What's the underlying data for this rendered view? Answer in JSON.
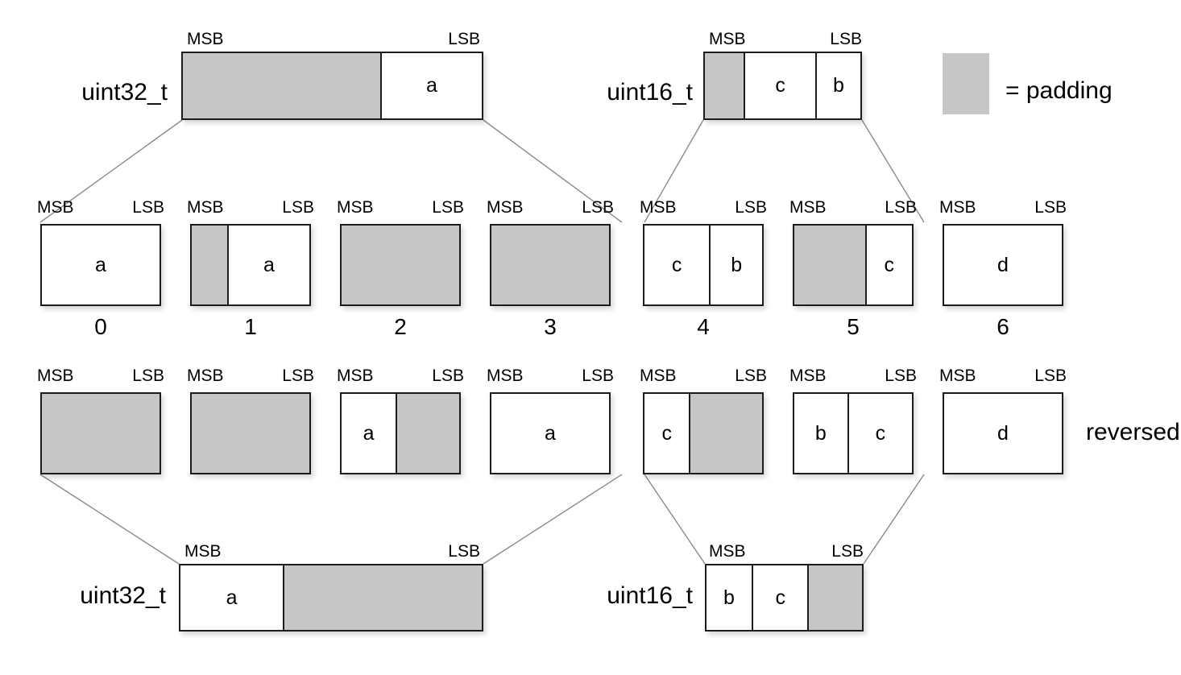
{
  "diagram": {
    "title": "Bit-field padding and byte layout for uint32_t and uint16_t, normal and reversed",
    "colors": {
      "padding": "#c6c6c6",
      "value": "#ffffff",
      "border": "#1c1c1c",
      "connector": "#8a8a8a",
      "background": "#ffffff"
    },
    "bit_captions": {
      "msb": "MSB",
      "lsb": "LSB"
    }
  },
  "legend": {
    "swatch_name": "padding-swatch",
    "text": "= padding"
  },
  "top_row": {
    "uint32": {
      "type_label": "uint32_t",
      "msb": "MSB",
      "lsb": "LSB",
      "cells": [
        {
          "label": "",
          "kind": "padding",
          "weight": 66
        },
        {
          "label": "a",
          "kind": "value",
          "weight": 34
        }
      ]
    },
    "uint16": {
      "type_label": "uint16_t",
      "msb": "MSB",
      "lsb": "LSB",
      "cells": [
        {
          "label": "",
          "kind": "padding",
          "weight": 25
        },
        {
          "label": "c",
          "kind": "value",
          "weight": 46
        },
        {
          "label": "b",
          "kind": "value",
          "weight": 29
        }
      ]
    }
  },
  "byte_row": {
    "boxes": [
      {
        "index_label": "0",
        "msb": "MSB",
        "lsb": "LSB",
        "cells": [
          {
            "label": "a",
            "kind": "value",
            "weight": 100
          }
        ]
      },
      {
        "index_label": "1",
        "msb": "MSB",
        "lsb": "LSB",
        "cells": [
          {
            "label": "",
            "kind": "padding",
            "weight": 30
          },
          {
            "label": "a",
            "kind": "value",
            "weight": 70
          }
        ]
      },
      {
        "index_label": "2",
        "msb": "MSB",
        "lsb": "LSB",
        "cells": [
          {
            "label": "",
            "kind": "padding",
            "weight": 100
          }
        ]
      },
      {
        "index_label": "3",
        "msb": "MSB",
        "lsb": "LSB",
        "cells": [
          {
            "label": "",
            "kind": "padding",
            "weight": 100
          }
        ]
      },
      {
        "index_label": "4",
        "msb": "MSB",
        "lsb": "LSB",
        "cells": [
          {
            "label": "c",
            "kind": "value",
            "weight": 55
          },
          {
            "label": "b",
            "kind": "value",
            "weight": 45
          }
        ]
      },
      {
        "index_label": "5",
        "msb": "MSB",
        "lsb": "LSB",
        "cells": [
          {
            "label": "",
            "kind": "padding",
            "weight": 60
          },
          {
            "label": "c",
            "kind": "value",
            "weight": 40
          }
        ]
      },
      {
        "index_label": "6",
        "msb": "MSB",
        "lsb": "LSB",
        "cells": [
          {
            "label": "d",
            "kind": "value",
            "weight": 100
          }
        ]
      }
    ]
  },
  "reversed_row": {
    "row_label": "reversed",
    "boxes": [
      {
        "msb": "MSB",
        "lsb": "LSB",
        "cells": [
          {
            "label": "",
            "kind": "padding",
            "weight": 100
          }
        ]
      },
      {
        "msb": "MSB",
        "lsb": "LSB",
        "cells": [
          {
            "label": "",
            "kind": "padding",
            "weight": 100
          }
        ]
      },
      {
        "msb": "MSB",
        "lsb": "LSB",
        "cells": [
          {
            "label": "a",
            "kind": "value",
            "weight": 46
          },
          {
            "label": "",
            "kind": "padding",
            "weight": 54
          }
        ]
      },
      {
        "msb": "MSB",
        "lsb": "LSB",
        "cells": [
          {
            "label": "a",
            "kind": "value",
            "weight": 100
          }
        ]
      },
      {
        "msb": "MSB",
        "lsb": "LSB",
        "cells": [
          {
            "label": "c",
            "kind": "value",
            "weight": 38
          },
          {
            "label": "",
            "kind": "padding",
            "weight": 62
          }
        ]
      },
      {
        "msb": "MSB",
        "lsb": "LSB",
        "cells": [
          {
            "label": "b",
            "kind": "value",
            "weight": 45
          },
          {
            "label": "c",
            "kind": "value",
            "weight": 55
          }
        ]
      },
      {
        "msb": "MSB",
        "lsb": "LSB",
        "cells": [
          {
            "label": "d",
            "kind": "value",
            "weight": 100
          }
        ]
      }
    ]
  },
  "bottom_row": {
    "uint32": {
      "type_label": "uint32_t",
      "msb": "MSB",
      "lsb": "LSB",
      "cells": [
        {
          "label": "a",
          "kind": "value",
          "weight": 34
        },
        {
          "label": "",
          "kind": "padding",
          "weight": 66
        }
      ]
    },
    "uint16": {
      "type_label": "uint16_t",
      "msb": "MSB",
      "lsb": "LSB",
      "cells": [
        {
          "label": "b",
          "kind": "value",
          "weight": 29
        },
        {
          "label": "c",
          "kind": "value",
          "weight": 36
        },
        {
          "label": "",
          "kind": "padding",
          "weight": 35
        }
      ]
    }
  }
}
